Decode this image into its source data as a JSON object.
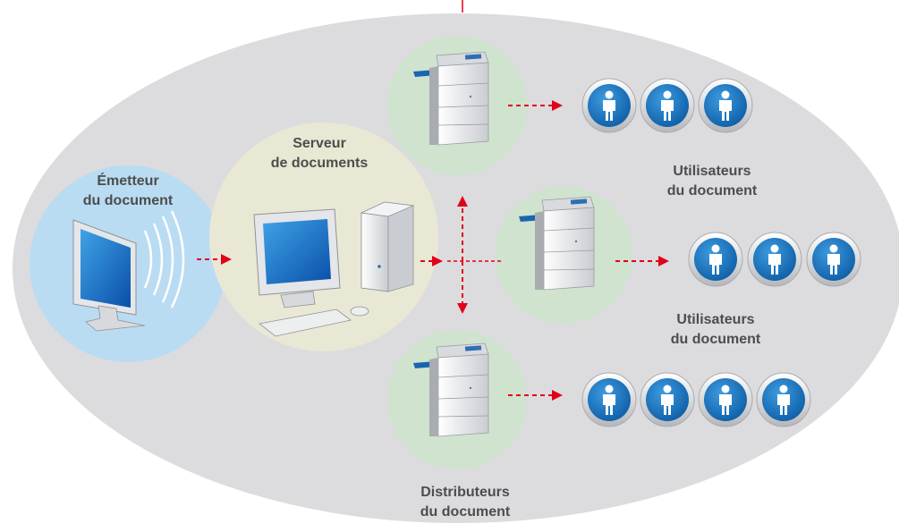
{
  "diagram": {
    "emitter": {
      "line1": "Émetteur",
      "line2": "du document"
    },
    "server": {
      "line1": "Serveur",
      "line2": "de documents"
    },
    "distributors": {
      "line1": "Distributeurs",
      "line2": "du document"
    },
    "users_top": {
      "line1": "Utilisateurs",
      "line2": "du document"
    },
    "users_middle": {
      "line1": "Utilisateurs",
      "line2": "du document"
    },
    "groups": [
      {
        "name": "top",
        "user_count": 3
      },
      {
        "name": "middle",
        "user_count": 3
      },
      {
        "name": "bottom",
        "user_count": 4
      }
    ]
  },
  "colors": {
    "background_ellipse": "#dcdcdf",
    "emitter_circle": "#b9dcf2",
    "server_circle": "#e9e8d4",
    "printer_circle": "#cfe3cf",
    "arrow": "#e2001a",
    "user_blue": "#1b77bf",
    "label_text": "#4d4d4d"
  }
}
